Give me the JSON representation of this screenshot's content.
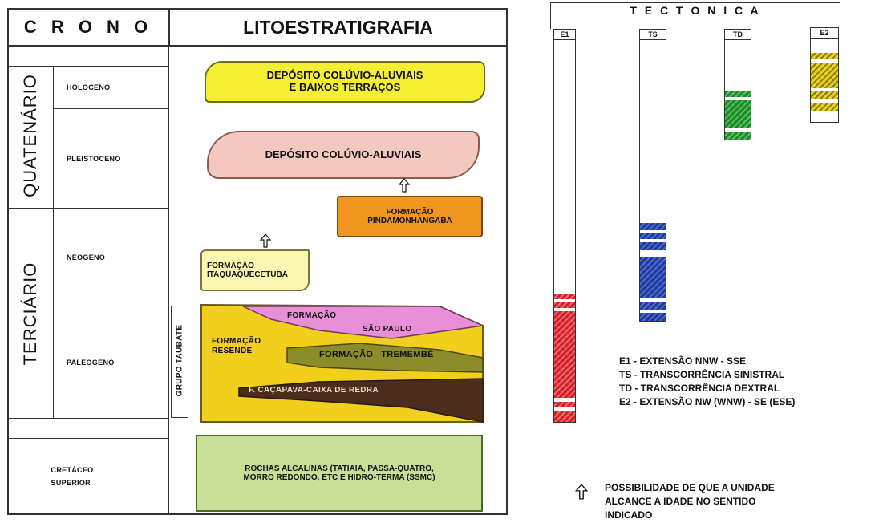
{
  "crono": {
    "title": "C R O N O",
    "quaternary": "QUATENÁRIO",
    "tertiary": "TERCIÁRIO",
    "epochs": {
      "holoceno": "HOLOCENO",
      "pleistoceno": "PLEISTOCENO",
      "neogeno": "NEOGENO",
      "paleogeno": "PALEOGENO",
      "cretaceo": "CRETÁCEO\nSUPERIOR"
    }
  },
  "lito": {
    "title": "LITOESTRATIGRAFIA",
    "grupo": "GRUPO TAUBATE",
    "units": {
      "deposito_top": "DEPÓSITO COLÚVIO-ALUVIAIS\nE BAIXOS TERRAÇOS",
      "deposito_mid": "DEPÓSITO COLÚVIO-ALUVIAIS",
      "pindamonhangaba": "FORMAÇÃO\nPINDAMONHANGABA",
      "itaquaquecetuba": "FORMAÇÃO\nITAQUAQUECETUBA",
      "formacao_sp": "FORMAÇÃO",
      "sao_paulo": "SÃO PAULO",
      "resende": "FORMAÇÃO\nRESENDE",
      "tremembe": "FORMAÇÃO   TREMEMBÉ",
      "cacapava": "F. CAÇAPAVA-CAIXA DE REDRA",
      "rochas": "ROCHAS ALCALINAS (TATIAIA, PASSA-QUATRO,\nMORRO REDONDO, ETC E HIDRO-TERMA (SSMC)"
    }
  },
  "tectonica": {
    "title": "T E C T O N I C A",
    "columns": [
      "E1",
      "TS",
      "TD",
      "E2"
    ],
    "colors": {
      "e1": "#d0212a",
      "ts": "#1f3b9a",
      "td": "#1e8a2a",
      "e2": "#e6d21e"
    }
  },
  "legend": [
    "E1 - EXTENSÃO NNW - SSE",
    "TS - TRANSCORRÊNCIA  SINISTRAL",
    "TD - TRANSCORRÊNCIA DEXTRAL",
    "E2 - EXTENSÃO NW (WNW) - SE (ESE)"
  ],
  "note": "POSSIBILIDADE DE QUE A UNIDADE\nALCANCE A IDADE NO SENTIDO\nINDICADO"
}
